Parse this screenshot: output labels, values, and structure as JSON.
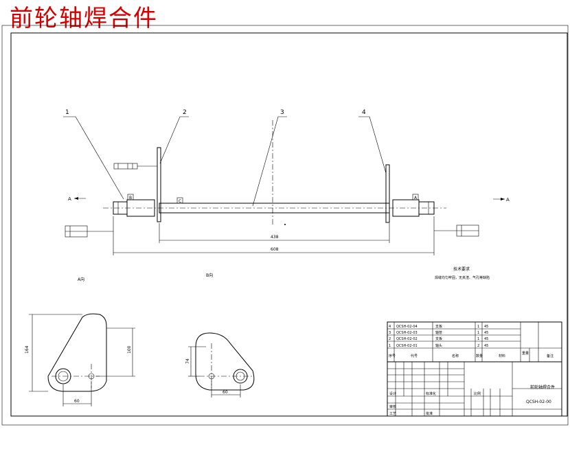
{
  "title": "前轮轴焊合件",
  "balloons": [
    "1",
    "2",
    "3",
    "4"
  ],
  "section_label_left": "A",
  "section_label_right": "A",
  "datum_label_left": "B",
  "datum_label_right": "A",
  "datum_label_center": "C",
  "view_label_left": "A向",
  "view_label_mid": "B向",
  "dims": {
    "inner_span": "438",
    "overall_span": "608",
    "plate_height": "164",
    "plate_width": "100",
    "bracket_height": "74",
    "bracket_width": "60",
    "plate_side": "60"
  },
  "notes": {
    "tech_title": "技术要求",
    "tech_text": "焊缝均匀牢固，无夹渣、气孔等缺陷"
  },
  "parts": [
    {
      "no": "4",
      "code": "QCSH-02-04",
      "name": "支板",
      "qty": "1",
      "mat": "45"
    },
    {
      "no": "3",
      "code": "QCSH-02-03",
      "name": "轴管",
      "qty": "1",
      "mat": "45"
    },
    {
      "no": "2",
      "code": "QCSH-02-02",
      "name": "支板",
      "qty": "1",
      "mat": "45"
    },
    {
      "no": "1",
      "code": "QCSH-02-01",
      "name": "轴头",
      "qty": "2",
      "mat": "45"
    }
  ],
  "parts_header": {
    "no": "序号",
    "code": "代号",
    "name": "名称",
    "qty": "数量",
    "mat": "材料",
    "weight": "重量",
    "note": "备注"
  },
  "title_block": {
    "drawing_name": "前轮轴焊合件",
    "drawing_code": "QCSH-02-00",
    "scale_label": "比例",
    "design": "设计",
    "check": "审核",
    "std": "标准化",
    "approve": "批准",
    "process": "工艺"
  }
}
